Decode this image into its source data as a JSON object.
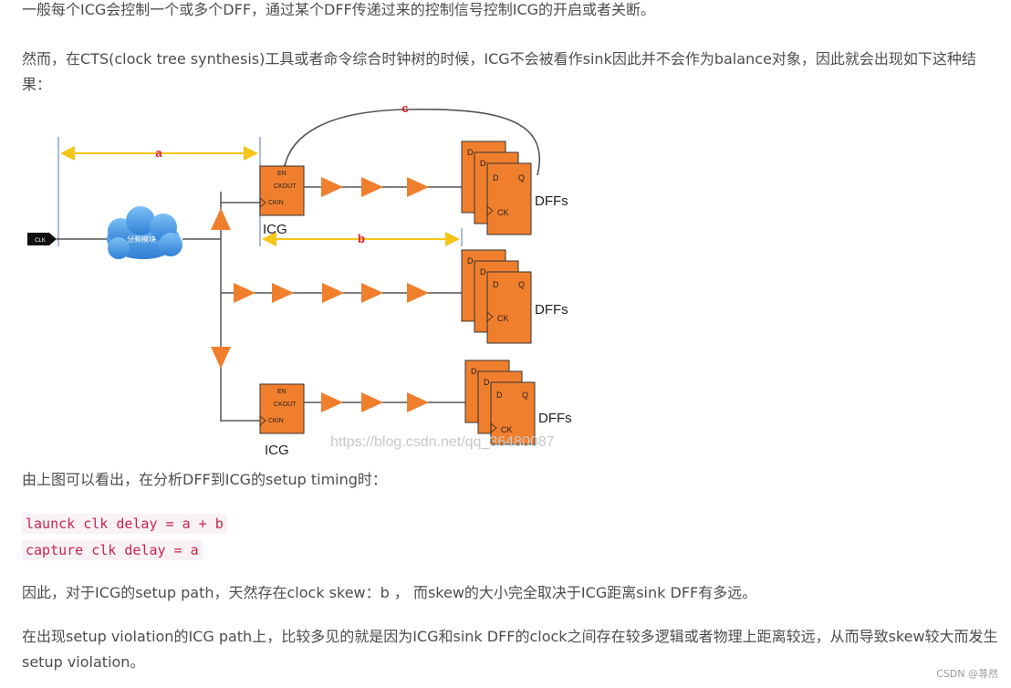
{
  "paragraphs": {
    "p1": "一般每个ICG会控制一个或多个DFF，通过某个DFF传递过来的控制信号控制ICG的开启或者关断。",
    "p2": "然而，在CTS(clock tree synthesis)工具或者命令综合时钟树的时候，ICG不会被看作sink因此并不会作为balance对象，因此就会出现如下这种结果：",
    "p3": "由上图可以看出，在分析DFF到ICG的setup timing时：",
    "p4": "因此，对于ICG的setup path，天然存在clock skew：b ， 而skew的大小完全取决于ICG距离sink DFF有多远。",
    "p5": "在出现setup violation的ICG path上，比较多见的就是因为ICG和sink DFF的clock之间存在较多逻辑或者物理上距离较远，从而导致skew较大而发生setup violation。"
  },
  "code": {
    "line1": "launck clk delay = a + b",
    "line2": "capture clk delay = a"
  },
  "figure": {
    "clk_label": "CLK",
    "cloud_label": "分频模块",
    "label_a": "a",
    "label_b": "b",
    "label_c": "c",
    "icg_en": "EN",
    "icg_ckout": "CKOUT",
    "icg_ckin": "CKIN",
    "icg_label": "ICG",
    "dff_d": "D",
    "dff_q": "Q",
    "dff_ck": "CK",
    "dffs_label": "DFFs",
    "url_watermark": "https://blog.csdn.net/qq_36480087"
  },
  "watermark": "CSDN @荨然",
  "colors": {
    "orange": "#f07f2d",
    "yellow_arrow": "#f5c518",
    "cloud_blue": "#4d9be6",
    "red_label": "#e31e24",
    "code_bg": "#f9f2f4",
    "code_text": "#c7254e"
  }
}
